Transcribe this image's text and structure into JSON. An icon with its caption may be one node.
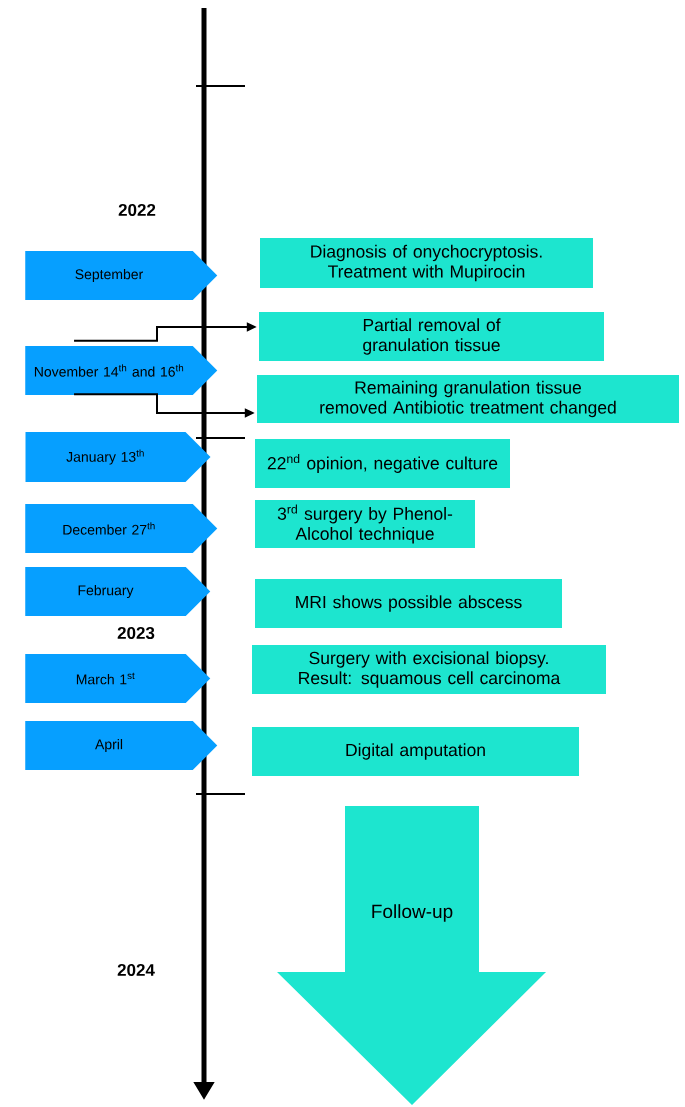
{
  "diagram": {
    "nodes": [
      {
        "text": [
          "September"
        ]
      },
      {
        "text": [
          "Diagnosis of onychocryptosis. Treatment with Mupirocin"
        ]
      },
      {
        "text": [
          "November 14$^{th}$ and 16$^{th}$"
        ]
      },
      {
        "text": [
          "Partial removal of granulation tissue"
        ]
      },
      {
        "text": [
          "Remaining granulation tissue removed Antibiotic treatment changed"
        ]
      },
      {
        "text": [
          "January 13$^{th}$"
        ]
      },
      {
        "text": [
          "22$^{nd}$ opinion, negative culture"
        ]
      },
      {
        "text": [
          "December 27$^{th}$"
        ]
      },
      {
        "text": [
          "3$^{rd}$ surgery by Phenol-Alcohol technique"
        ]
      },
      {
        "text": [
          "February"
        ]
      },
      {
        "text": [
          "MRI shows possible abscess"
        ]
      },
      {
        "text": [
          "March 1$^{st}$"
        ]
      },
      {
        "text": [
          "Surgery with excisional biopsy. Result: squamous cell carcinoma"
        ]
      },
      {
        "text": [
          "April"
        ]
      },
      {
        "text": [
          "Digital amputation"
        ]
      },
      {
        "text": [
          "Follow-up"
        ]
      }
    ],
    "edges": [
      {
        "from": 2,
        "to": 3,
        "arrow": "to"
      },
      {
        "from": 2,
        "to": 4,
        "arrow": "to"
      }
    ],
    "labels": [
      "2022",
      "2023",
      "2024"
    ]
  }
}
